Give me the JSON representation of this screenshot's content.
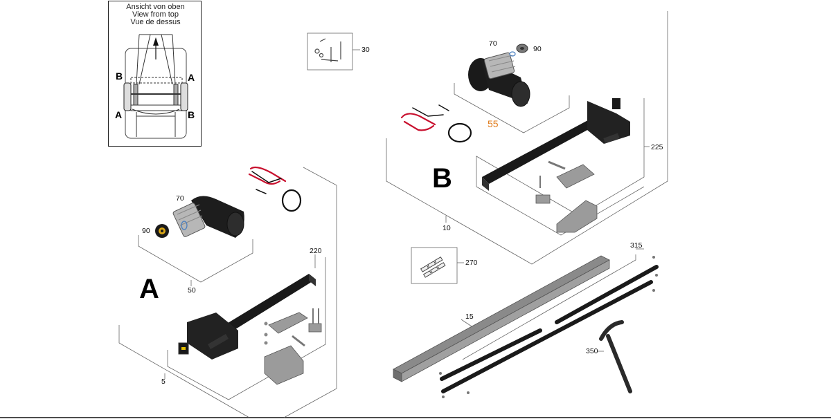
{
  "top_view": {
    "title_de": "Ansicht von oben",
    "title_en": "View from top",
    "title_fr": "Vue de dessus",
    "marks": {
      "top_left": "B",
      "top_right": "A",
      "bottom_left": "A",
      "bottom_right": "B"
    }
  },
  "groups": {
    "a": "A",
    "b": "B"
  },
  "labels": {
    "p30": "30",
    "p70a": "70",
    "p90a": "90",
    "p50": "50",
    "p220": "220",
    "p5": "5",
    "p70b": "70",
    "p90b": "90",
    "p55": "55",
    "p225": "225",
    "p10": "10",
    "p270": "270",
    "p315": "315",
    "p15": "15",
    "p350": "350"
  },
  "colors": {
    "part_dark": "#1b1b1b",
    "part_grey": "#8a8a8a",
    "highlight": "#e07b1a",
    "line": "#555555"
  }
}
